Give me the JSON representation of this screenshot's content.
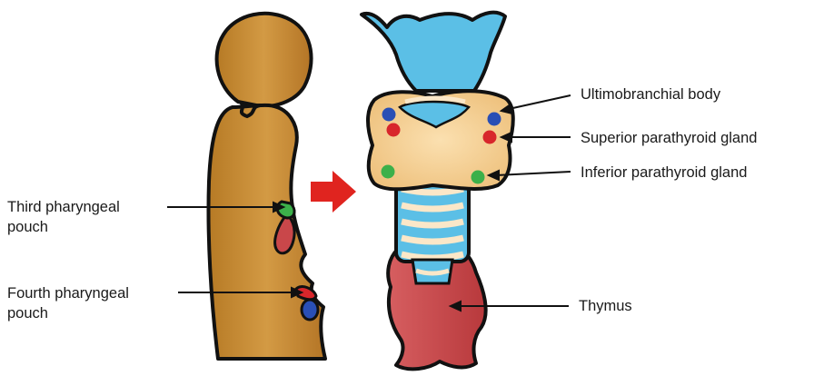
{
  "labels": {
    "third_pouch": [
      "Third pharyngeal",
      "pouch"
    ],
    "fourth_pouch": [
      "Fourth pharyngeal",
      "pouch"
    ],
    "ultimobranchial": "Ultimobranchial body",
    "superior_parathyroid": "Superior parathyroid gland",
    "inferior_parathyroid": "Inferior parathyroid gland",
    "thymus": "Thymus"
  },
  "colors": {
    "embryo": "#c98a2e",
    "trachea_blue": "#5bbfe6",
    "thyroid": "#f2c98a",
    "thymus": "#c9474a",
    "parathyroid_superior": "#d8262b",
    "parathyroid_inferior": "#3cb04a",
    "ultimobranchial": "#2a4fb5",
    "arrow": "#e0241f"
  }
}
